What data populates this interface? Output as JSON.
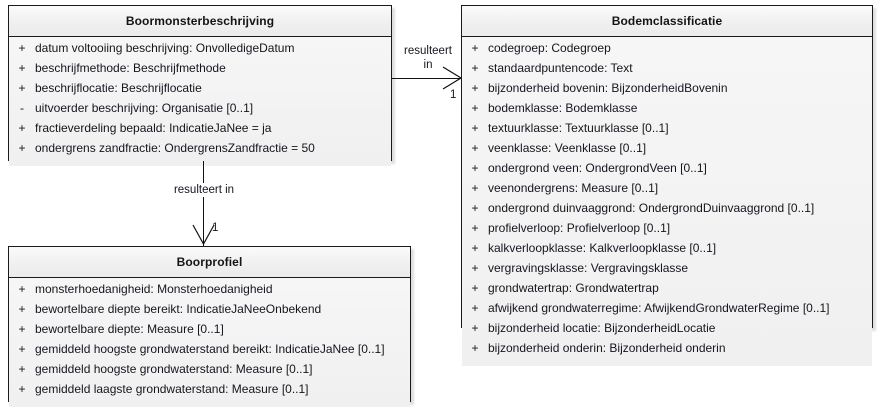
{
  "diagram": {
    "title": "UML class diagram",
    "background_color": "#ffffff",
    "border_color": "#1a1a1a",
    "header_fill": "#f0f0f0",
    "body_fill": "#f2f2f2",
    "text_color": "#15151e"
  },
  "classes": [
    {
      "id": "boormonsterbeschrijving",
      "name": "Boormonsterbeschrijving",
      "attributes": [
        {
          "visibility": "+",
          "text": "datum voltooiing beschrijving: OnvolledigeDatum"
        },
        {
          "visibility": "+",
          "text": "beschrijfmethode: Beschrijfmethode"
        },
        {
          "visibility": "+",
          "text": "beschrijflocatie: Beschrijflocatie"
        },
        {
          "visibility": "-",
          "text": "uitvoerder beschrijving: Organisatie [0..1]"
        },
        {
          "visibility": "+",
          "text": "fractieverdeling bepaald: IndicatieJaNee = ja"
        },
        {
          "visibility": "+",
          "text": "ondergrens zandfractie: OndergrensZandfractie = 50"
        }
      ]
    },
    {
      "id": "bodemclassificatie",
      "name": "Bodemclassificatie",
      "attributes": [
        {
          "visibility": "+",
          "text": "codegroep: Codegroep"
        },
        {
          "visibility": "+",
          "text": "standaardpuntencode: Text"
        },
        {
          "visibility": "+",
          "text": "bijzonderheid bovenin: BijzonderheidBovenin"
        },
        {
          "visibility": "+",
          "text": "bodemklasse: Bodemklasse"
        },
        {
          "visibility": "+",
          "text": "textuurklasse: Textuurklasse [0..1]"
        },
        {
          "visibility": "+",
          "text": "veenklasse: Veenklasse [0..1]"
        },
        {
          "visibility": "+",
          "text": "ondergrond veen: OndergrondVeen [0..1]"
        },
        {
          "visibility": "+",
          "text": "veenondergrens: Measure [0..1]"
        },
        {
          "visibility": "+",
          "text": "ondergrond duinvaaggrond: OndergrondDuinvaaggrond [0..1]"
        },
        {
          "visibility": "+",
          "text": "profielverloop: Profielverloop [0..1]"
        },
        {
          "visibility": "+",
          "text": "kalkverloopklasse: Kalkverloopklasse [0..1]"
        },
        {
          "visibility": "+",
          "text": "vergravingsklasse: Vergravingsklasse"
        },
        {
          "visibility": "+",
          "text": "grondwatertrap: Grondwatertrap"
        },
        {
          "visibility": "+",
          "text": "afwijkend grondwaterregime: AfwijkendGrondwaterRegime [0..1]"
        },
        {
          "visibility": "+",
          "text": "bijzonderheid locatie: BijzonderheidLocatie"
        },
        {
          "visibility": "+",
          "text": "bijzonderheid onderin: Bijzonderheid onderin"
        }
      ]
    },
    {
      "id": "boorprofiel",
      "name": "Boorprofiel",
      "attributes": [
        {
          "visibility": "+",
          "text": "monsterhoedanigheid: Monsterhoedanigheid"
        },
        {
          "visibility": "+",
          "text": "bewortelbare diepte bereikt: IndicatieJaNeeOnbekend"
        },
        {
          "visibility": "+",
          "text": "bewortelbare diepte: Measure [0..1]"
        },
        {
          "visibility": "+",
          "text": "gemiddeld hoogste grondwaterstand bereikt: IndicatieJaNee [0..1]"
        },
        {
          "visibility": "+",
          "text": "gemiddeld hoogste grondwaterstand: Measure [0..1]"
        },
        {
          "visibility": "+",
          "text": "gemiddeld laagste grondwaterstand: Measure [0..1]"
        }
      ]
    }
  ],
  "associations": [
    {
      "id": "assoc-horizontal",
      "label_line1": "resulteert",
      "label_line2": "in",
      "target_multiplicity": "1",
      "from": "Boormonsterbeschrijving",
      "to": "Bodemclassificatie"
    },
    {
      "id": "assoc-vertical",
      "label_line1": "resulteert in",
      "label_line2": "",
      "target_multiplicity": "1",
      "from": "Boormonsterbeschrijving",
      "to": "Boorprofiel"
    }
  ]
}
